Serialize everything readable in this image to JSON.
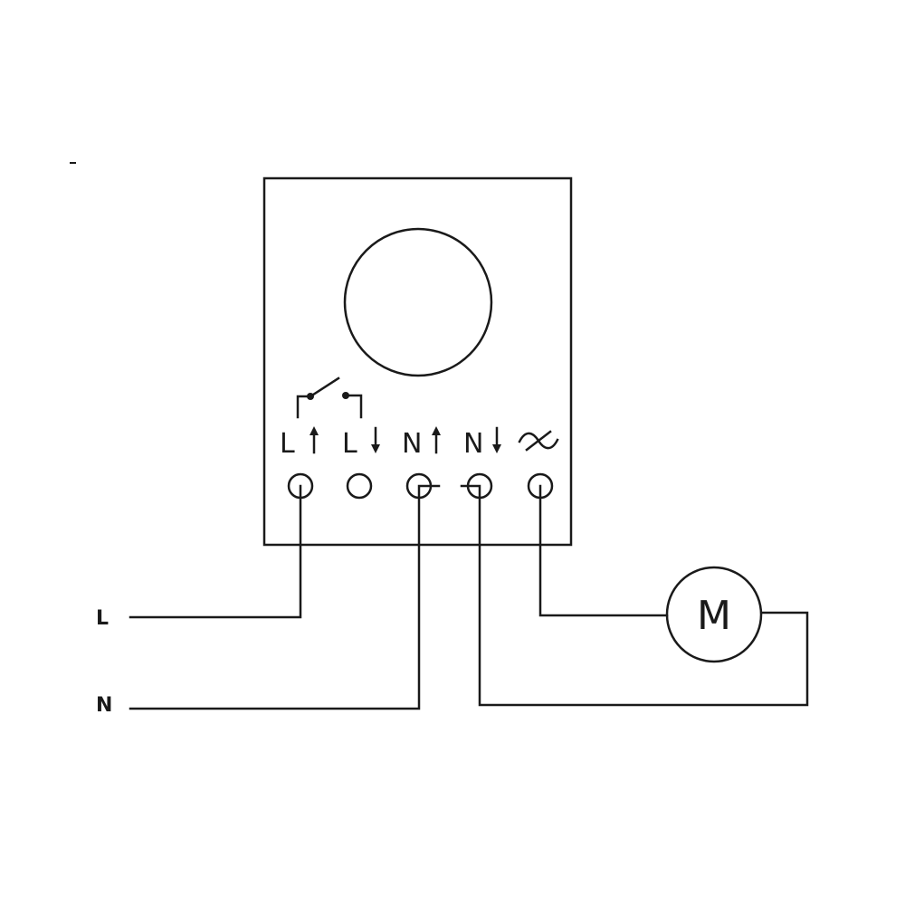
{
  "supply": {
    "line_label": "L",
    "neutral_label": "N"
  },
  "device": {
    "terminals": [
      {
        "label": "L"
      },
      {
        "label": "L"
      },
      {
        "label": "N"
      },
      {
        "label": "N"
      },
      {
        "label": ""
      }
    ]
  },
  "motor": {
    "label": "M"
  },
  "colors": {
    "ink": "#1a1a1a",
    "paper": "#ffffff"
  },
  "icons": [
    "dial-icon",
    "switch-contact-icon",
    "arrow-up-icon",
    "arrow-down-icon",
    "alternating-current-icon",
    "terminal-screw-icon"
  ]
}
